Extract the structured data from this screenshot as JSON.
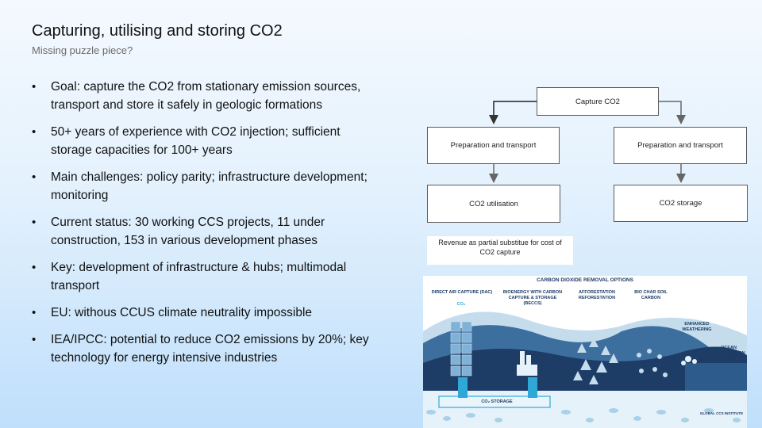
{
  "slide": {
    "title": "Capturing, utilising and storing CO2",
    "subtitle": "Missing puzzle piece?"
  },
  "bullets": [
    "Goal: capture the CO2 from stationary emission sources, transport and store it safely in geologic formations",
    "50+ years of experience with CO2 injection; sufficient storage capacities for 100+ years",
    "Main challenges: policy parity; infrastructure development; monitoring",
    "Current status: 30 working CCS projects, 11 under construction, 153 in various development phases",
    "Key: development of infrastructure & hubs; multimodal transport",
    "EU: withous CCUS climate neutrality impossible",
    "IEA/IPCC: potential to reduce CO2 emissions by 20%; key technology for energy intensive industries"
  ],
  "flowchart": {
    "capture": "Capture CO2",
    "prep_left": "Preparation and transport",
    "prep_right": "Preparation and transport",
    "utilisation": "CO2 utilisation",
    "storage": "CO2 storage",
    "revenue_note": "Revenue as partial substitue for cost of CO2 capture"
  },
  "cdr_illustration": {
    "title": "CARBON DIOXIDE REMOVAL OPTIONS",
    "labels": {
      "dac": "DIRECT AIR CAPTURE (DAC)",
      "beccs": "BIOENERGY WITH CARBON CAPTURE & STORAGE (BECCS)",
      "afforestation": "AFFORESTATION REFORESTATION",
      "biochar": "BIO CHAR SOIL CARBON",
      "weathering": "ENHANCED WEATHERING",
      "ocean": "OCEAN FERTILISATION",
      "storage": "CO₂ STORAGE",
      "co2": "CO₂"
    },
    "logo": "GLOBAL CCS INSTITUTE",
    "colors": {
      "dark": "#1d3c66",
      "mid": "#3d6f9e",
      "light": "#c5dced",
      "accent": "#2fa8d8"
    }
  }
}
